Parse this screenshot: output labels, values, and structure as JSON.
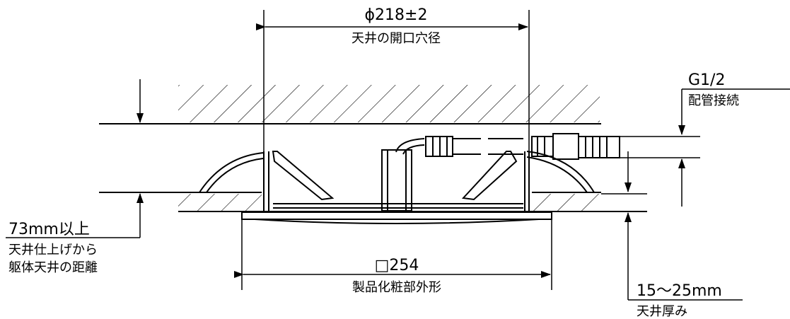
{
  "labels": {
    "opening_dim": "ϕ218±2",
    "opening_caption": "天井の開口穴径",
    "pipe_size": "G1/2",
    "pipe_caption": "配管接続",
    "min_height_dim": "73mm以上",
    "min_height_caption_1": "天井仕上げから",
    "min_height_caption_2": "躯体天井の距離",
    "product_dim": "□254",
    "product_caption": "製品化粧部外形",
    "thickness_dim": "15〜25mm",
    "thickness_caption": "天井厚み"
  },
  "colors": {
    "line": "#000000",
    "background": "#ffffff"
  }
}
